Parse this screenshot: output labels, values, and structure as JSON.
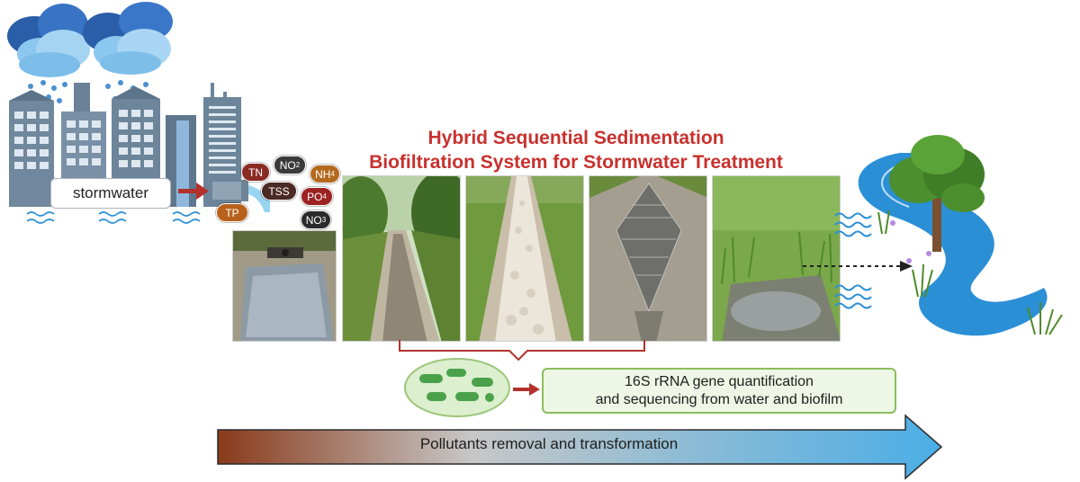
{
  "title": {
    "line1": "Hybrid Sequential Sedimentation",
    "line2": "Biofiltration System for Stormwater Treatment"
  },
  "source": {
    "label": "stormwater"
  },
  "pollutants": [
    {
      "label": "TN",
      "sub": "",
      "color": "#8a2b24"
    },
    {
      "label": "NO",
      "sub": "2",
      "color": "#3a3a3a"
    },
    {
      "label": "NH",
      "sub": "4",
      "color": "#b36a1e"
    },
    {
      "label": "TSS",
      "sub": "",
      "color": "#4a2a22"
    },
    {
      "label": "PO",
      "sub": "4",
      "color": "#9d2323"
    },
    {
      "label": "TP",
      "sub": "",
      "color": "#b8611c"
    },
    {
      "label": "NO",
      "sub": "3",
      "color": "#2b2b2b"
    }
  ],
  "analysis": {
    "line1": "16S rRNA gene quantification",
    "line2": "and sequencing from water and biofilm"
  },
  "process_arrow": {
    "label": "Pollutants removal and transformation",
    "color_start": "#8a3a1a",
    "color_end": "#4aaee6"
  },
  "colors": {
    "title": "#c8312e",
    "arrow_red": "#b3302b",
    "bracket": "#b3302b",
    "water_blue": "#2b8fd6",
    "building": "#6f889e"
  }
}
